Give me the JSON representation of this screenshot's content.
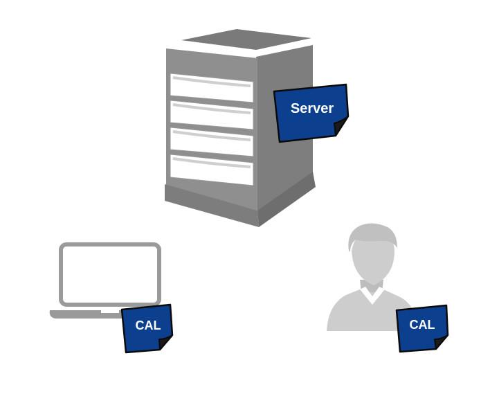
{
  "labels": {
    "server_tag": "Server",
    "device_cal_tag": "CAL",
    "user_cal_tag": "CAL"
  },
  "colors": {
    "tag_fill": "#0d3f8f",
    "tag_border": "#0a0a0a",
    "server_dark": "#7a7a7a",
    "server_light": "#9a9a9a",
    "laptop_gray": "#9a9a9a",
    "user_gray": "#cdcdcd"
  },
  "icons": {
    "server": "server-tower-icon",
    "laptop": "laptop-icon",
    "user": "user-silhouette-icon",
    "tag": "license-tag-icon"
  }
}
